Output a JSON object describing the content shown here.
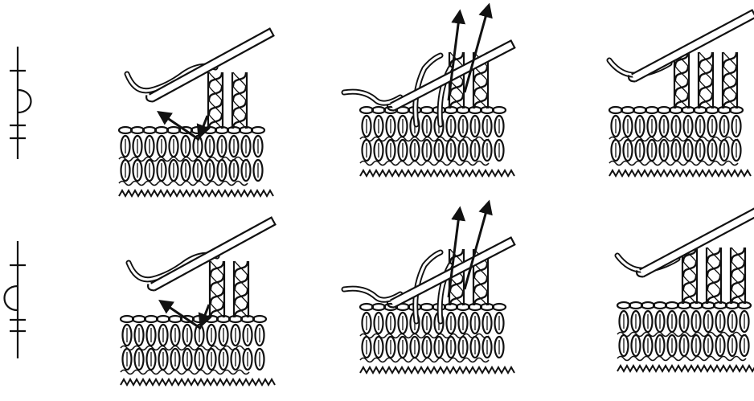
{
  "figure": {
    "rows": [
      {
        "symbol": "front-post-crochet-symbol",
        "steps": [
          {
            "step": "insert-hook",
            "arrows": "insert-and-exit"
          },
          {
            "step": "yarn-over-pull-up",
            "arrows": "pull-up-two"
          },
          {
            "step": "finished-stitch",
            "arrows": "none"
          }
        ]
      },
      {
        "symbol": "back-post-crochet-symbol",
        "steps": [
          {
            "step": "insert-hook",
            "arrows": "insert-and-exit"
          },
          {
            "step": "yarn-over-pull-up",
            "arrows": "pull-up-two"
          },
          {
            "step": "finished-stitch",
            "arrows": "none"
          }
        ]
      }
    ],
    "ink_color": "#111111",
    "paper_color": "#ffffff"
  }
}
